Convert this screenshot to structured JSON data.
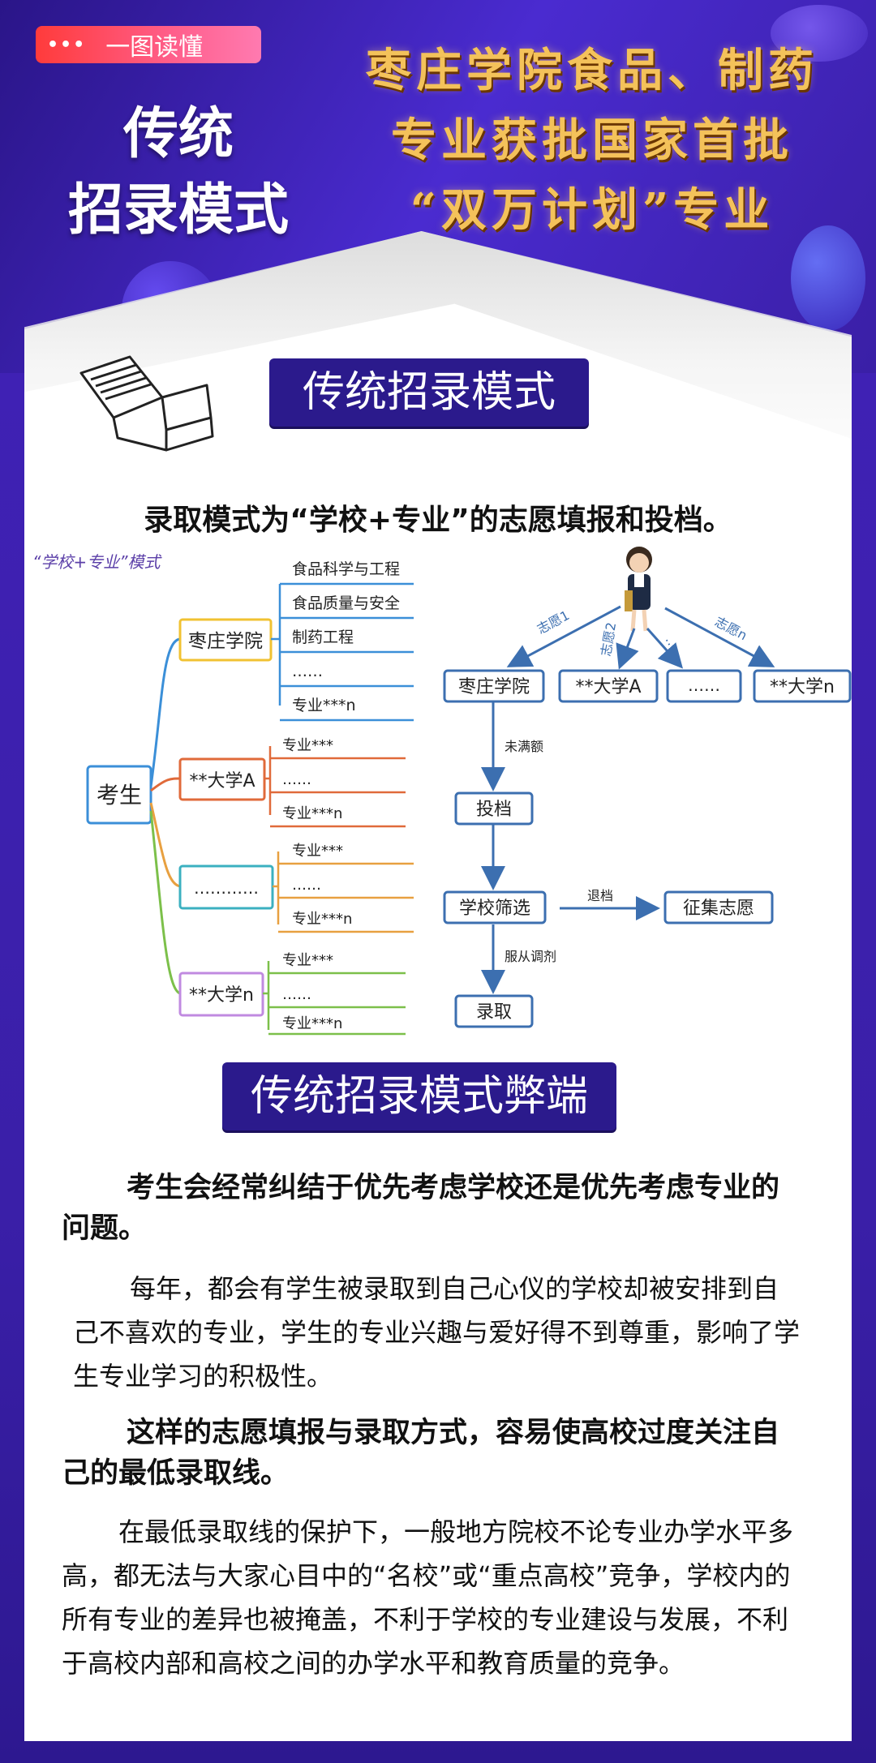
{
  "header": {
    "tag_dots": "•••",
    "tag_label": "一图读懂",
    "left_title_line1": "传统",
    "left_title_line2": "招录模式",
    "right_title_line1": "枣庄学院食品、制药",
    "right_title_line2": "专业获批国家首批",
    "right_title_line3": "“双万计划”专业"
  },
  "section1": {
    "banner": "传统招录模式",
    "intro": "录取模式为“学校+专业”的志愿填报和投档。"
  },
  "diagram": {
    "mindmap_label": "“学校+专业”模式",
    "root": "考生",
    "school1": {
      "name": "枣庄学院",
      "majors": [
        "食品科学与工程",
        "食品质量与安全",
        "制药工程",
        "……",
        "专业***n"
      ]
    },
    "school2": {
      "name": "**大学A",
      "majors": [
        "专业***",
        "……",
        "专业***n"
      ]
    },
    "school3": {
      "name": "…………",
      "majors": [
        "专业***",
        "……",
        "专业***n"
      ]
    },
    "school4": {
      "name": "**大学n",
      "majors": [
        "专业***",
        "……",
        "专业***n"
      ]
    },
    "flow": {
      "arrow1": "志愿1",
      "arrow2": "志愿2",
      "arrow3": "……",
      "arrow4": "志愿n",
      "box1": "枣庄学院",
      "box2": "**大学A",
      "box3": "……",
      "box4": "**大学n",
      "edge_unfilled": "未满额",
      "toudang": "投档",
      "screening": "学校筛选",
      "edge_return": "退档",
      "zhengji": "征集志愿",
      "edge_obey": "服从调剂",
      "admit": "录取"
    },
    "colors": {
      "school1": "#f1c232",
      "school2": "#e06a3a",
      "school3": "#e8a040",
      "school4": "#7cc04a",
      "root": "#3b8fd8",
      "flow": "#3c6fb0"
    }
  },
  "section2": {
    "banner": "传统招录模式弊端",
    "p1": "考生会经常纠结于优先考虑学校还是优先考虑专业的问题。",
    "p2": "每年，都会有学生被录取到自己心仪的学校却被安排到自己不喜欢的专业，学生的专业兴趣与爱好得不到尊重，影响了学生专业学习的积极性。",
    "p3": "这样的志愿填报与录取方式，容易使高校过度关注自己的最低录取线。",
    "p4": "在最低录取线的保护下，一般地方院校不论专业办学水平多高，都无法与大家心目中的“名校”或“重点高校”竞争，学校内的所有专业的差异也被掩盖，不利于学校的专业建设与发展，不利于高校内部和高校之间的办学水平和教育质量的竞争。"
  }
}
